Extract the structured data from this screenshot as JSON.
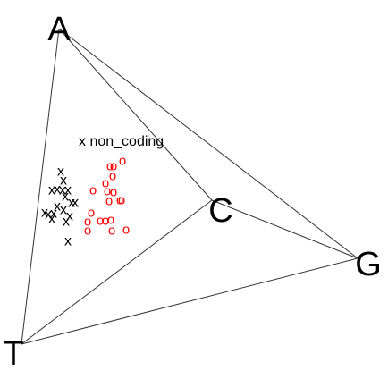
{
  "chart_data": {
    "type": "scatter",
    "title": "",
    "vertices": [
      {
        "label": "A"
      },
      {
        "label": "C"
      },
      {
        "label": "G"
      },
      {
        "label": "T"
      }
    ],
    "legend": {
      "symbol": "x",
      "label": "non_coding"
    },
    "series": [
      {
        "name": "non_coding",
        "marker": "x",
        "color": "#000000",
        "points": [
          [
            68,
            192
          ],
          [
            71,
            202
          ],
          [
            58,
            213
          ],
          [
            64,
            212
          ],
          [
            70,
            213
          ],
          [
            76,
            213
          ],
          [
            73,
            220
          ],
          [
            80,
            227
          ],
          [
            84,
            227
          ],
          [
            64,
            231
          ],
          [
            71,
            235
          ],
          [
            60,
            239
          ],
          [
            54,
            240
          ],
          [
            50,
            238
          ],
          [
            78,
            242
          ],
          [
            74,
            248
          ],
          [
            58,
            245
          ],
          [
            76,
            270
          ]
        ]
      },
      {
        "marker": "o",
        "color": "#ff0000",
        "points": [
          [
            123,
            186
          ],
          [
            127,
            186
          ],
          [
            137,
            180
          ],
          [
            126,
            197
          ],
          [
            118,
            205
          ],
          [
            127,
            215
          ],
          [
            104,
            213
          ],
          [
            120,
            214
          ],
          [
            122,
            225
          ],
          [
            134,
            224
          ],
          [
            136,
            224
          ],
          [
            102,
            238
          ],
          [
            112,
            247
          ],
          [
            118,
            247
          ],
          [
            124,
            246
          ],
          [
            98,
            248
          ],
          [
            98,
            258
          ],
          [
            125,
            258
          ],
          [
            141,
            257
          ]
        ]
      }
    ]
  }
}
